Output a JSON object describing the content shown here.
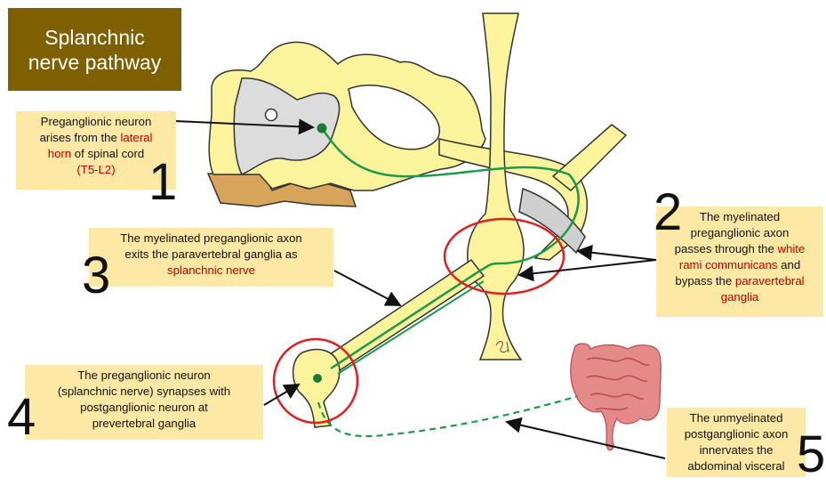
{
  "title": {
    "line1": "Splanchnic",
    "line2": "nerve pathway"
  },
  "steps": [
    {
      "number": "1",
      "parts": [
        "Preganglionic neuron",
        "arises from the ",
        "lateral",
        "horn",
        " of spinal cord",
        "(T5-L2)"
      ]
    },
    {
      "number": "2",
      "parts": [
        "The myelinated",
        "preganglionic axon",
        "passes through the ",
        "white",
        "rami communicans",
        " and",
        "bypass the ",
        "paravertebral",
        "ganglia"
      ]
    },
    {
      "number": "3",
      "parts": [
        "The myelinated preganglionic axon",
        "exits the paravertebral ganglia as",
        "splanchnic nerve"
      ]
    },
    {
      "number": "4",
      "parts": [
        "The preganglionic neuron",
        "(splanchnic nerve) synapses with",
        "postganglionic neuron at",
        "prevertebral ganglia"
      ]
    },
    {
      "number": "5",
      "parts": [
        "The unmyelinated",
        "postganglionic axon",
        "innervates the",
        "abdominal visceral"
      ]
    }
  ],
  "colors": {
    "title_bg": "#7f6000",
    "callout_bg": "#fde8a6",
    "highlight_text": "#c00000",
    "nerve_tissue": "#fbf49c",
    "neuron_green": "#1a9a4a",
    "focus_circle": "#e02020"
  }
}
